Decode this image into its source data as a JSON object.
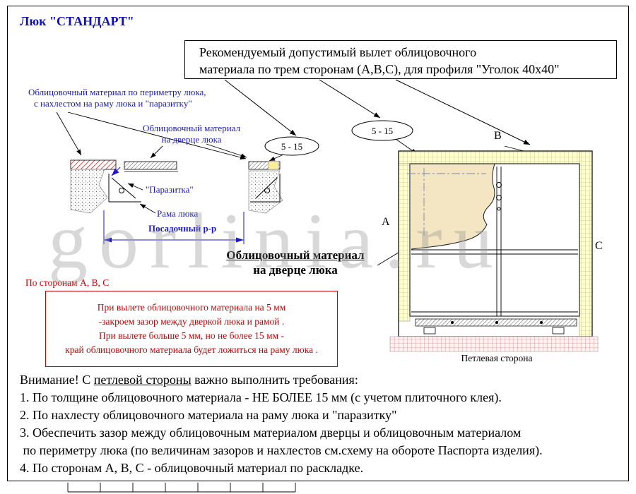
{
  "page": {
    "title": "Люк \"СТАНДАРТ\"",
    "watermark": "gorlinia.ru"
  },
  "recommendation_box": {
    "line1": "Рекомендуемый допустимый вылет облицовочного",
    "line2": "материала по трем сторонам (А,В,С), для профиля \"Уголок 40х40\""
  },
  "diagram_labels": {
    "perimeter_line1": "Облицовочный материал по периметру люка,",
    "perimeter_line2": "с нахлестом на раму люка и \"паразитку\"",
    "door_small_line1": "Облицовочный материал",
    "door_small_line2": "на дверце люка",
    "parazitka": "\"Паразитка\"",
    "frame": "Рама люка",
    "seat_size": "Посадочный р-р",
    "overhang_left": "5 - 15",
    "overhang_right": "5 - 15",
    "side_a": "А",
    "side_b": "В",
    "side_c": "С",
    "door_big_line1": "Облицовочный материал",
    "door_big_line2": "на дверце люка",
    "hinge_side": "Петлевая сторона"
  },
  "red_note": {
    "header": "По сторонам А, В, С",
    "lines": [
      "При вылете облицовочного материала на 5 мм",
      "-закроем зазор между дверкой люка и рамой .",
      "При вылете больше 5 мм, но не более 15 мм -",
      "край облицовочного материала будет ложиться на раму люка ."
    ]
  },
  "requirements": {
    "attention_prefix": "Внимание! С ",
    "attention_underlined": "петлевой стороны",
    "attention_suffix": " важно выполнить требования:",
    "items": [
      "1. По толщине облицовочного материала - НЕ БОЛЕЕ 15 мм (с учетом плиточного клея).",
      "2. По нахлесту облицовочного материала на раму люка и \"паразитку\"",
      "3. Обеспечить зазор между облицовочным материалом дверцы и облицовочным материалом",
      " по периметру люка (по величинам зазоров и нахлестов см.схему на обороте Паспорта изделия).",
      "4. По сторонам А, В, С - облицовочный материал по раскладке."
    ]
  },
  "colors": {
    "accent_blue": "#1a1acc",
    "title_blue": "#0f0fbf",
    "warning_red": "#cc0000",
    "facing_yellow": "#ffffd2",
    "watermark_gray": "#9a9a9a"
  }
}
